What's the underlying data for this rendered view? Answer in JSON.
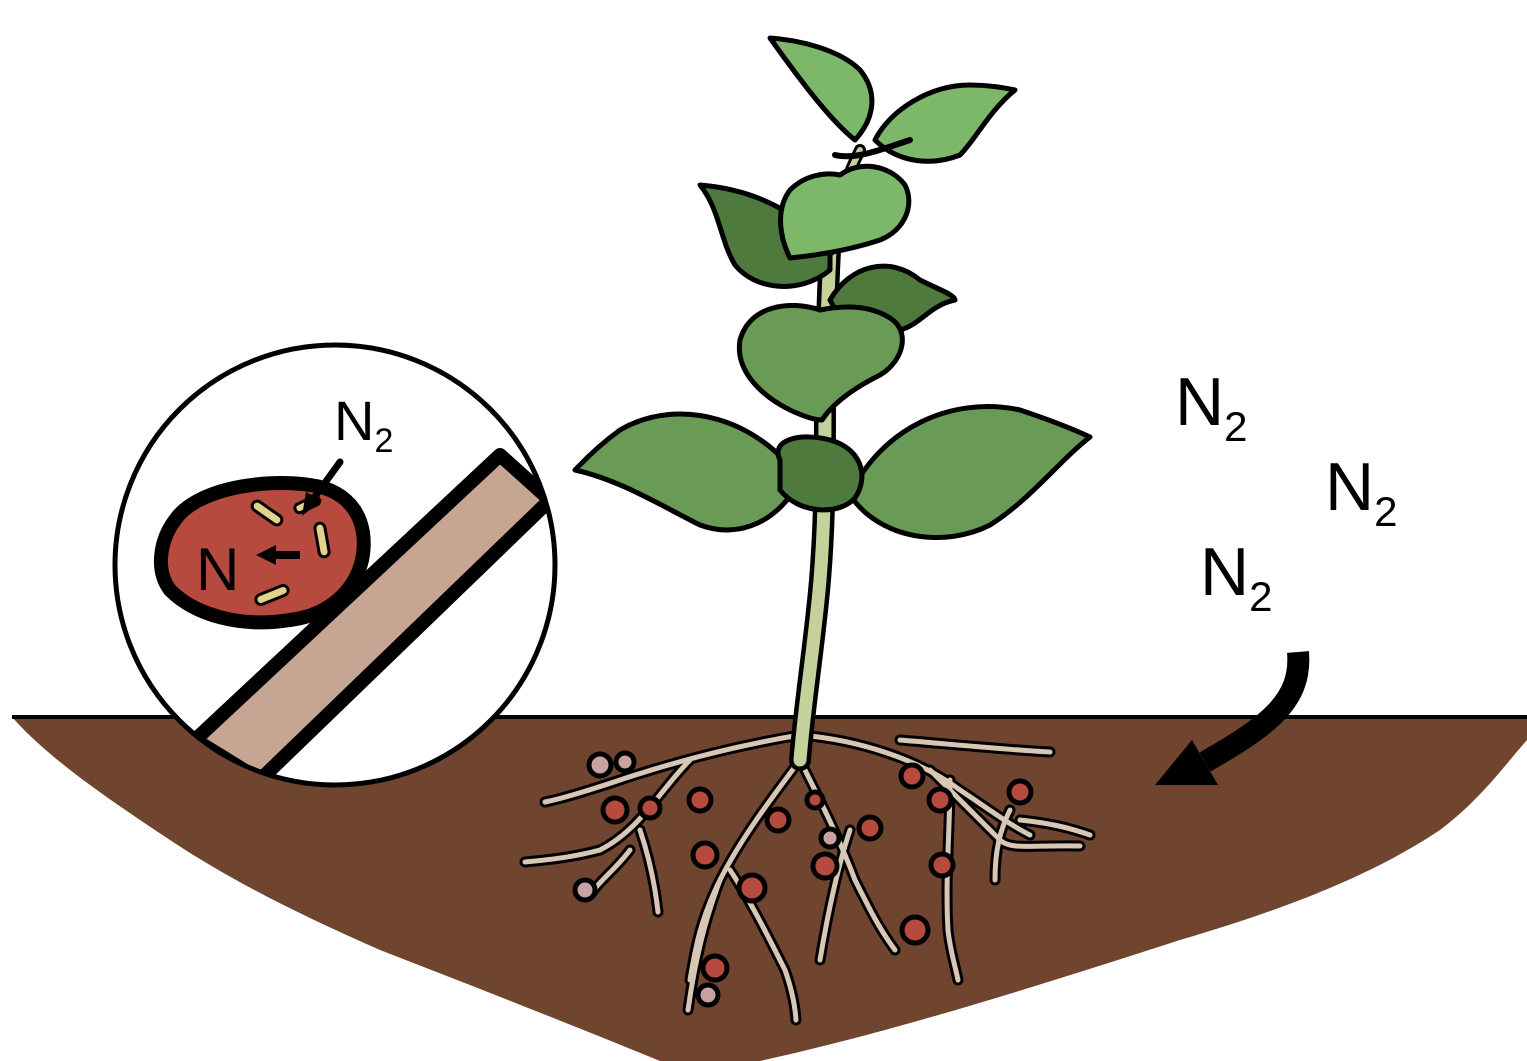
{
  "labels": {
    "inset_n2": {
      "base": "N",
      "sub": "2"
    },
    "inset_n": "N",
    "air_n2_a": {
      "base": "N",
      "sub": "2"
    },
    "air_n2_b": {
      "base": "N",
      "sub": "2"
    },
    "air_n2_c": {
      "base": "N",
      "sub": "2"
    }
  },
  "colors": {
    "soil": "#6f4530",
    "leaf_light": "#7db86a",
    "leaf_mid": "#6a9b56",
    "leaf_dark": "#4e7a3e",
    "stem": "#c4d19a",
    "root": "#d8c7b5",
    "nodule": "#b64a3e",
    "nodule_pale": "#c9a3a4",
    "inset_root": "#c7a593",
    "bacteria": "#e3d38a",
    "outline": "#000000"
  }
}
